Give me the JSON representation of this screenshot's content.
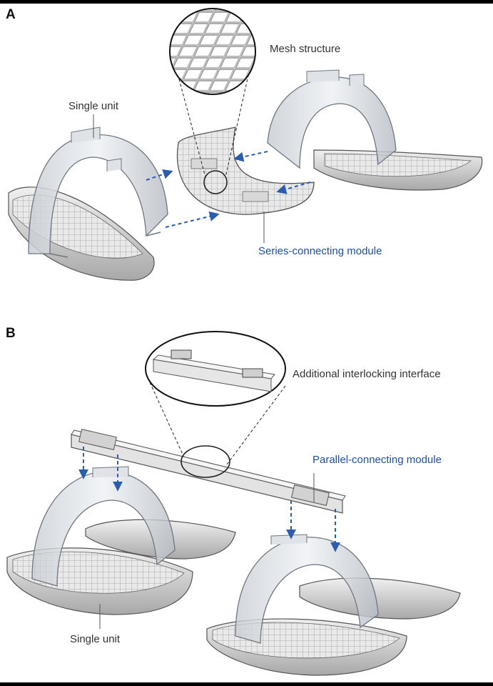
{
  "panels": {
    "a": {
      "letter": "A",
      "labels": {
        "mesh": "Mesh structure",
        "single_unit": "Single unit",
        "series": "Series-connecting module"
      }
    },
    "b": {
      "letter": "B",
      "labels": {
        "interlock": "Additional interlocking interface",
        "parallel": "Parallel-connecting module",
        "single_unit": "Single unit"
      }
    }
  },
  "colors": {
    "accent": "#1f4fa0",
    "arrow": "#2a5db0",
    "text": "#333333"
  }
}
